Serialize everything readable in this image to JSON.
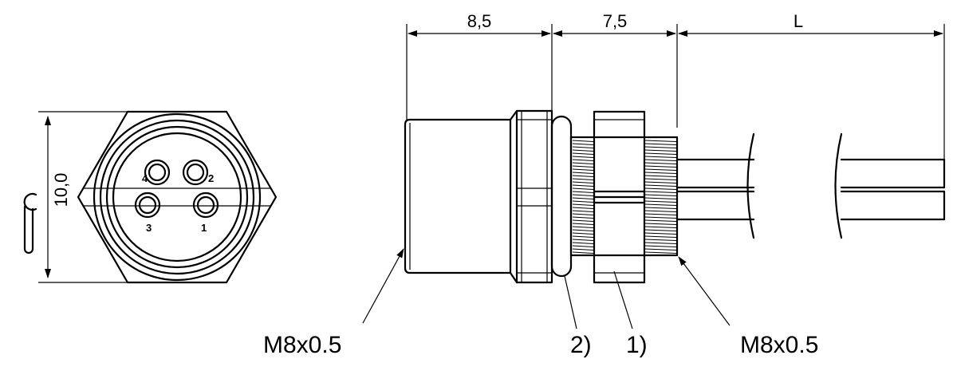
{
  "dimensions": {
    "width_face": "10,0",
    "body_length": "8,5",
    "thread_length": "7,5",
    "cable_length": "L"
  },
  "pins": [
    "1",
    "2",
    "3",
    "4"
  ],
  "callouts": {
    "thread_front": "M8x0.5",
    "thread_rear": "M8x0.5",
    "seal": "2)",
    "nut": "1)"
  }
}
